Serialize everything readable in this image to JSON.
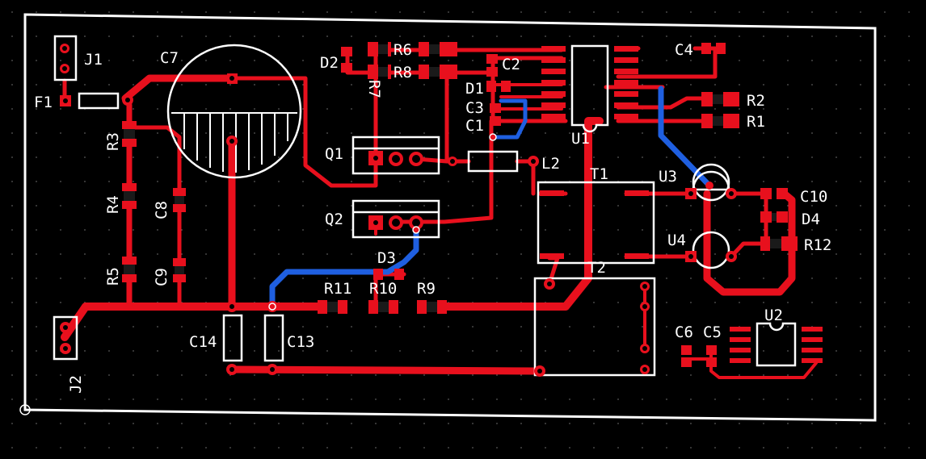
{
  "labels": {
    "J1": "J1",
    "J2": "J2",
    "F1": "F1",
    "C7": "C7",
    "R3": "R3",
    "R4": "R4",
    "R5": "R5",
    "C8": "C8",
    "C9": "C9",
    "C14": "C14",
    "C13": "C13",
    "D2": "D2",
    "R6": "R6",
    "R8": "R8",
    "R7": "R7",
    "C2": "C2",
    "D1": "D1",
    "C3": "C3",
    "C1": "C1",
    "Q1": "Q1",
    "Q2": "Q2",
    "D3": "D3",
    "R11": "R11",
    "R10": "R10",
    "R9": "R9",
    "L2": "L2",
    "T1": "T1",
    "T2": "T2",
    "U1": "U1",
    "U2": "U2",
    "U3": "U3",
    "U4": "U4",
    "C4": "C4",
    "R2": "R2",
    "R1": "R1",
    "C10": "C10",
    "D4": "D4",
    "R12": "R12",
    "C6": "C6",
    "C5": "C5"
  },
  "colors": {
    "background": "#000000",
    "top_copper": "#e8101d",
    "bottom_copper": "#1f5fe0",
    "silkscreen": "#ffffff",
    "grid_dots": "#5a5a5a"
  }
}
